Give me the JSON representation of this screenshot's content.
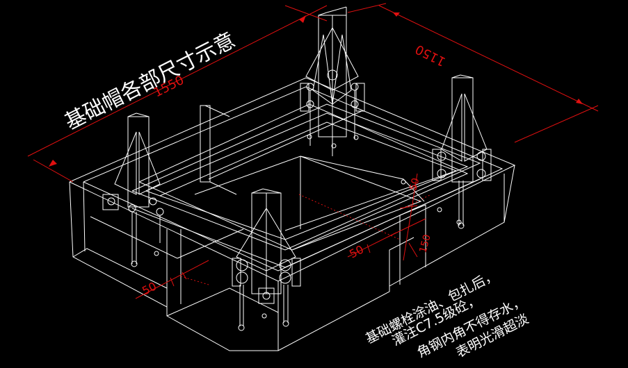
{
  "title": "基础帽各部尺寸示意",
  "dimensions": {
    "length": "1550",
    "width": "1150",
    "offset_left": "50",
    "offset_mid": "50",
    "offset_right_a": "50",
    "offset_right_b": "150"
  },
  "notes": [
    "基础螺栓涂油、包扎后，",
    "灌注C7.5级砼，",
    "角钢内角不得存水，",
    "表明光滑超淡"
  ],
  "colors": {
    "background": "#000000",
    "lines": "#ffffff",
    "dimensions": "#e01010"
  }
}
